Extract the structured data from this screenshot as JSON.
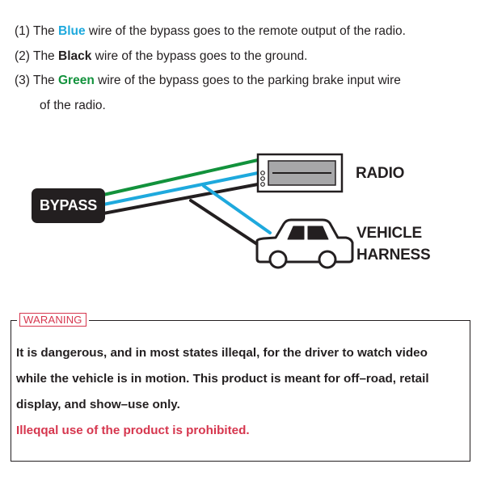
{
  "instructions": {
    "line1": {
      "prefix": "(1) The ",
      "color_word": "Blue",
      "suffix": " wire of the bypass goes to the remote output of the radio."
    },
    "line2": {
      "prefix": "(2) The ",
      "color_word": "Black",
      "suffix": " wire of the bypass goes to the ground."
    },
    "line3": {
      "prefix": "(3) The ",
      "color_word": "Green",
      "suffix": " wire of the bypass goes to the parking brake input wire"
    },
    "line3_cont": "of the radio."
  },
  "diagram": {
    "bypass_label": "BYPASS",
    "radio_label": "RADIO",
    "vehicle_label_1": "VEHICLE",
    "vehicle_label_2": "HARNESS",
    "wire_colors": {
      "blue": "#1ea9dd",
      "black": "#231f20",
      "green": "#12923c"
    },
    "icons": [
      "radio-unit-icon",
      "car-icon"
    ]
  },
  "warning": {
    "tag": "WARANING",
    "line1": "It is dangerous, and in most states illeqal, for the driver to watch video",
    "line2": "while the vehicle is in motion. This product is meant for off–road, retail",
    "line3": "display, and show–use only.",
    "line4": "Illeqqal use of the product is prohibited.",
    "accent_color": "#d6364e"
  }
}
